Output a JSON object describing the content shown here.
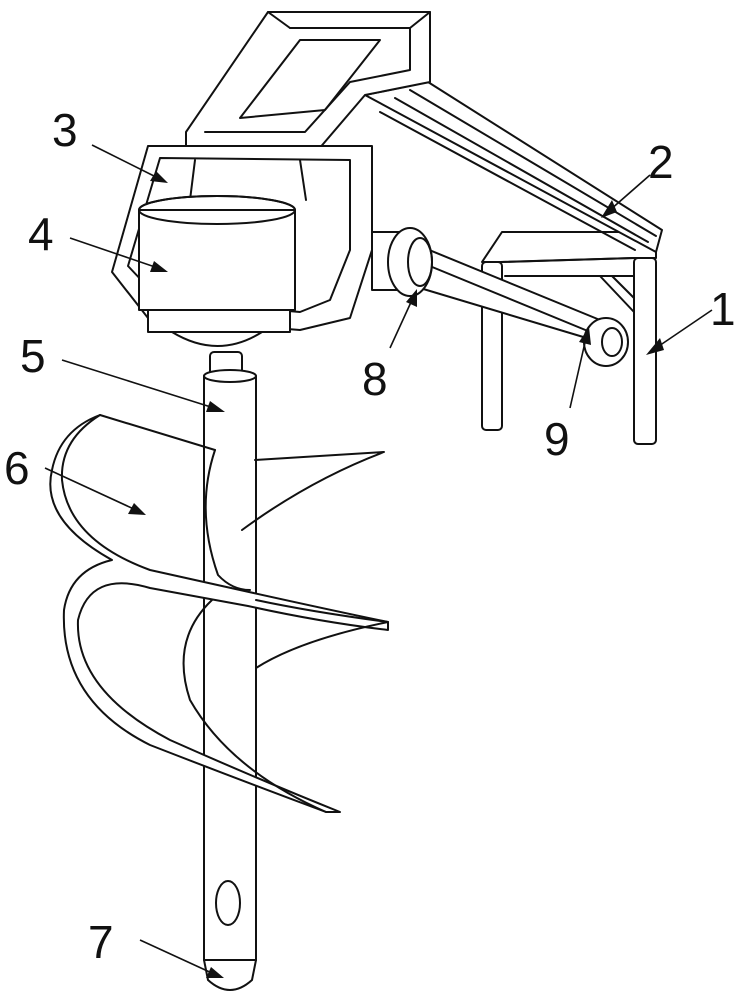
{
  "figure": {
    "callouts": [
      {
        "id": "1",
        "text": "1"
      },
      {
        "id": "2",
        "text": "2"
      },
      {
        "id": "3",
        "text": "3"
      },
      {
        "id": "4",
        "text": "4"
      },
      {
        "id": "5",
        "text": "5"
      },
      {
        "id": "6",
        "text": "6"
      },
      {
        "id": "7",
        "text": "7"
      },
      {
        "id": "8",
        "text": "8"
      },
      {
        "id": "9",
        "text": "9"
      }
    ],
    "colors": {
      "line": "#111111",
      "background": "#ffffff"
    }
  }
}
